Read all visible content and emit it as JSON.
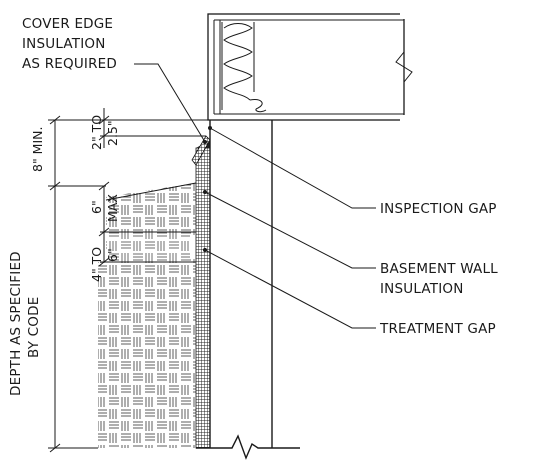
{
  "labels": {
    "cover_edge_line1": "COVER EDGE",
    "cover_edge_line2": "INSULATION",
    "cover_edge_line3": "AS REQUIRED",
    "inspection_gap": "INSPECTION GAP",
    "basement_wall_line1": "BASEMENT WALL",
    "basement_wall_line2": "INSULATION",
    "treatment_gap": "TREATMENT GAP"
  },
  "dimensions": {
    "eight_min": "8\" MIN.",
    "two_to_a": "2\" TO",
    "two_to_b": "2.5\"",
    "six_max_a": "6\"",
    "six_max_b": "MAX",
    "four_to_a": "4\" TO",
    "four_to_b": "6\"",
    "depth_a": "DEPTH AS SPECIFIED",
    "depth_b": "BY CODE"
  }
}
